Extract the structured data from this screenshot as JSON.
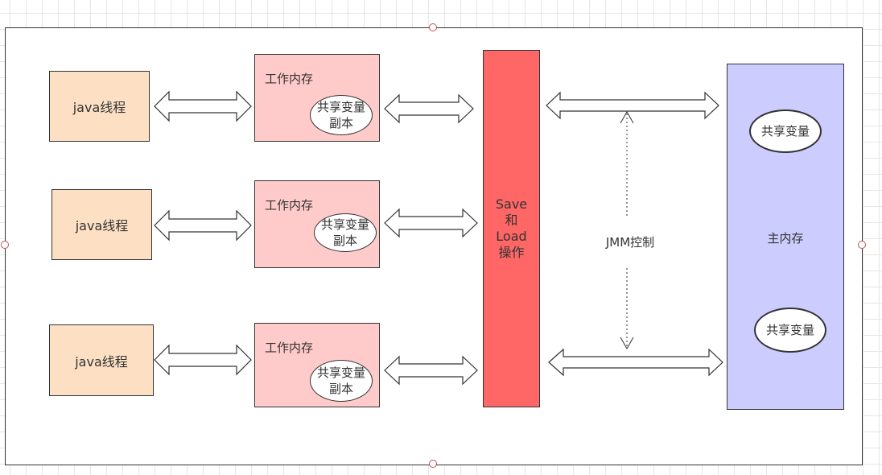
{
  "diagram": {
    "threads": [
      "java线程",
      "java线程",
      "java线程"
    ],
    "work_memories": [
      {
        "title": "工作内存",
        "copy": "共享变量副本"
      },
      {
        "title": "工作内存",
        "copy": "共享变量副本"
      },
      {
        "title": "工作内存",
        "copy": "共享变量副本"
      }
    ],
    "save_load": "Save和Load操作",
    "jmm_control": "JMM控制",
    "main_memory": {
      "label": "主内存",
      "variables": [
        "共享变量",
        "共享变量"
      ]
    },
    "colors": {
      "thread_fill": "#fde0c4",
      "work_memory_fill": "#ffcaca",
      "save_load_fill": "#ff6666",
      "main_memory_fill": "#ccccff"
    }
  }
}
